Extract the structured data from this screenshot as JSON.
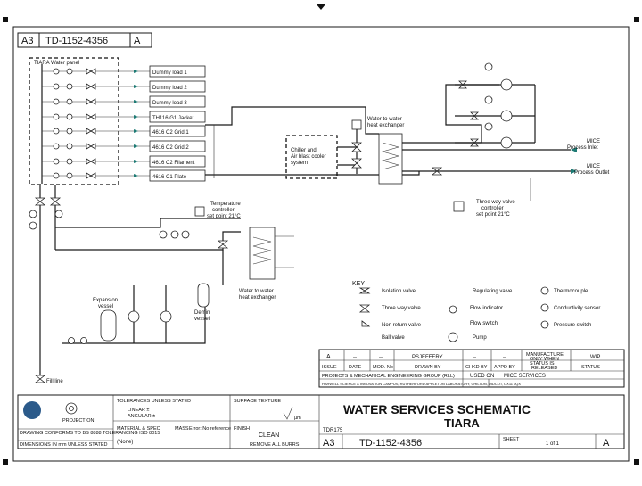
{
  "header": {
    "sheet_size": "A3",
    "drawing_number": "TD-1152-4356",
    "revision": "A"
  },
  "panel": {
    "title": "TIARA Water panel",
    "loads": [
      "Dummy load 1",
      "Dummy load 2",
      "Dummy load 3",
      "TH116 G1 Jacket",
      "4616 C2 Grid 1",
      "4616 C2 Grid 2",
      "4616 C2 Filament",
      "4616 C1 Plate"
    ]
  },
  "diagram": {
    "chiller": "Chiller and Air blast cooler system",
    "hx_top": "Water to water heat exchanger",
    "hx_bottom": "Water to water heat exchanger",
    "mice_inlet": "MICE Process Inlet",
    "mice_outlet": "MICE Process Outlet",
    "three_way_valve": "Three way valve controller set point 21°C",
    "temp_controller": "Temperature controller set point 21°C",
    "expansion_vessel": "Expansion vessel",
    "demin_vessel": "Demin vessel",
    "fill_line": "Fill line"
  },
  "key": {
    "title": "KEY",
    "items": [
      "Isolation valve",
      "Three way valve",
      "Non return valve",
      "Ball valve",
      "Regulating valve",
      "Flow indicator",
      "Flow switch",
      "Pump",
      "Thermocouple",
      "Conductivity sensor",
      "Pressure switch"
    ]
  },
  "revision_table": {
    "row": [
      "A",
      "--",
      "--",
      "PSJEFFERY",
      "--",
      "--"
    ],
    "manufacture": "MANUFACTURE ONLY WHEN STATUS IS RELEASED",
    "status_value": "WIP",
    "headers": [
      "ISSUE",
      "DATE",
      "MOD. No",
      "DRAWN BY",
      "CHKD BY",
      "APPD BY",
      "STATUS"
    ],
    "group": "PROJECTS & MECHANICAL ENGINEERING GROUP (RLL)",
    "used_on_label": "USED ON",
    "used_on_value": "MICE SERVICES",
    "address": "HARWELL SCIENCE & INNOVATION CAMPUS, RUTHERFORD APPLETON LABORATORY, CHILTON, DIDCOT, OX11 0QX"
  },
  "title_block": {
    "logo_text": "PROJECTION",
    "conform": "DRAWING CONFORMS TO BS 8888 TOLERANCING ISO 8015",
    "dims": "DIMENSIONS IN mm UNLESS STATED",
    "tolerances": "TOLERANCES UNLESS STATED",
    "linear": "LINEAR ±",
    "angular": "ANGULAR ±",
    "material_label": "MATERIAL & SPEC",
    "mass_label": "MASS",
    "mass_value": "Error: No reference",
    "material_value": "(None)",
    "finish": "FINISH",
    "surface": "SURFACE TEXTURE",
    "surface_unit": "µm",
    "clean": "CLEAN",
    "burrs": "REMOVE ALL BURRS",
    "title_main": "WATER SERVICES SCHEMATIC",
    "title_sub": "TIARA",
    "tdr": "TDR175",
    "sheet_label": "SHEET",
    "sheet_value": "1 of 1"
  }
}
